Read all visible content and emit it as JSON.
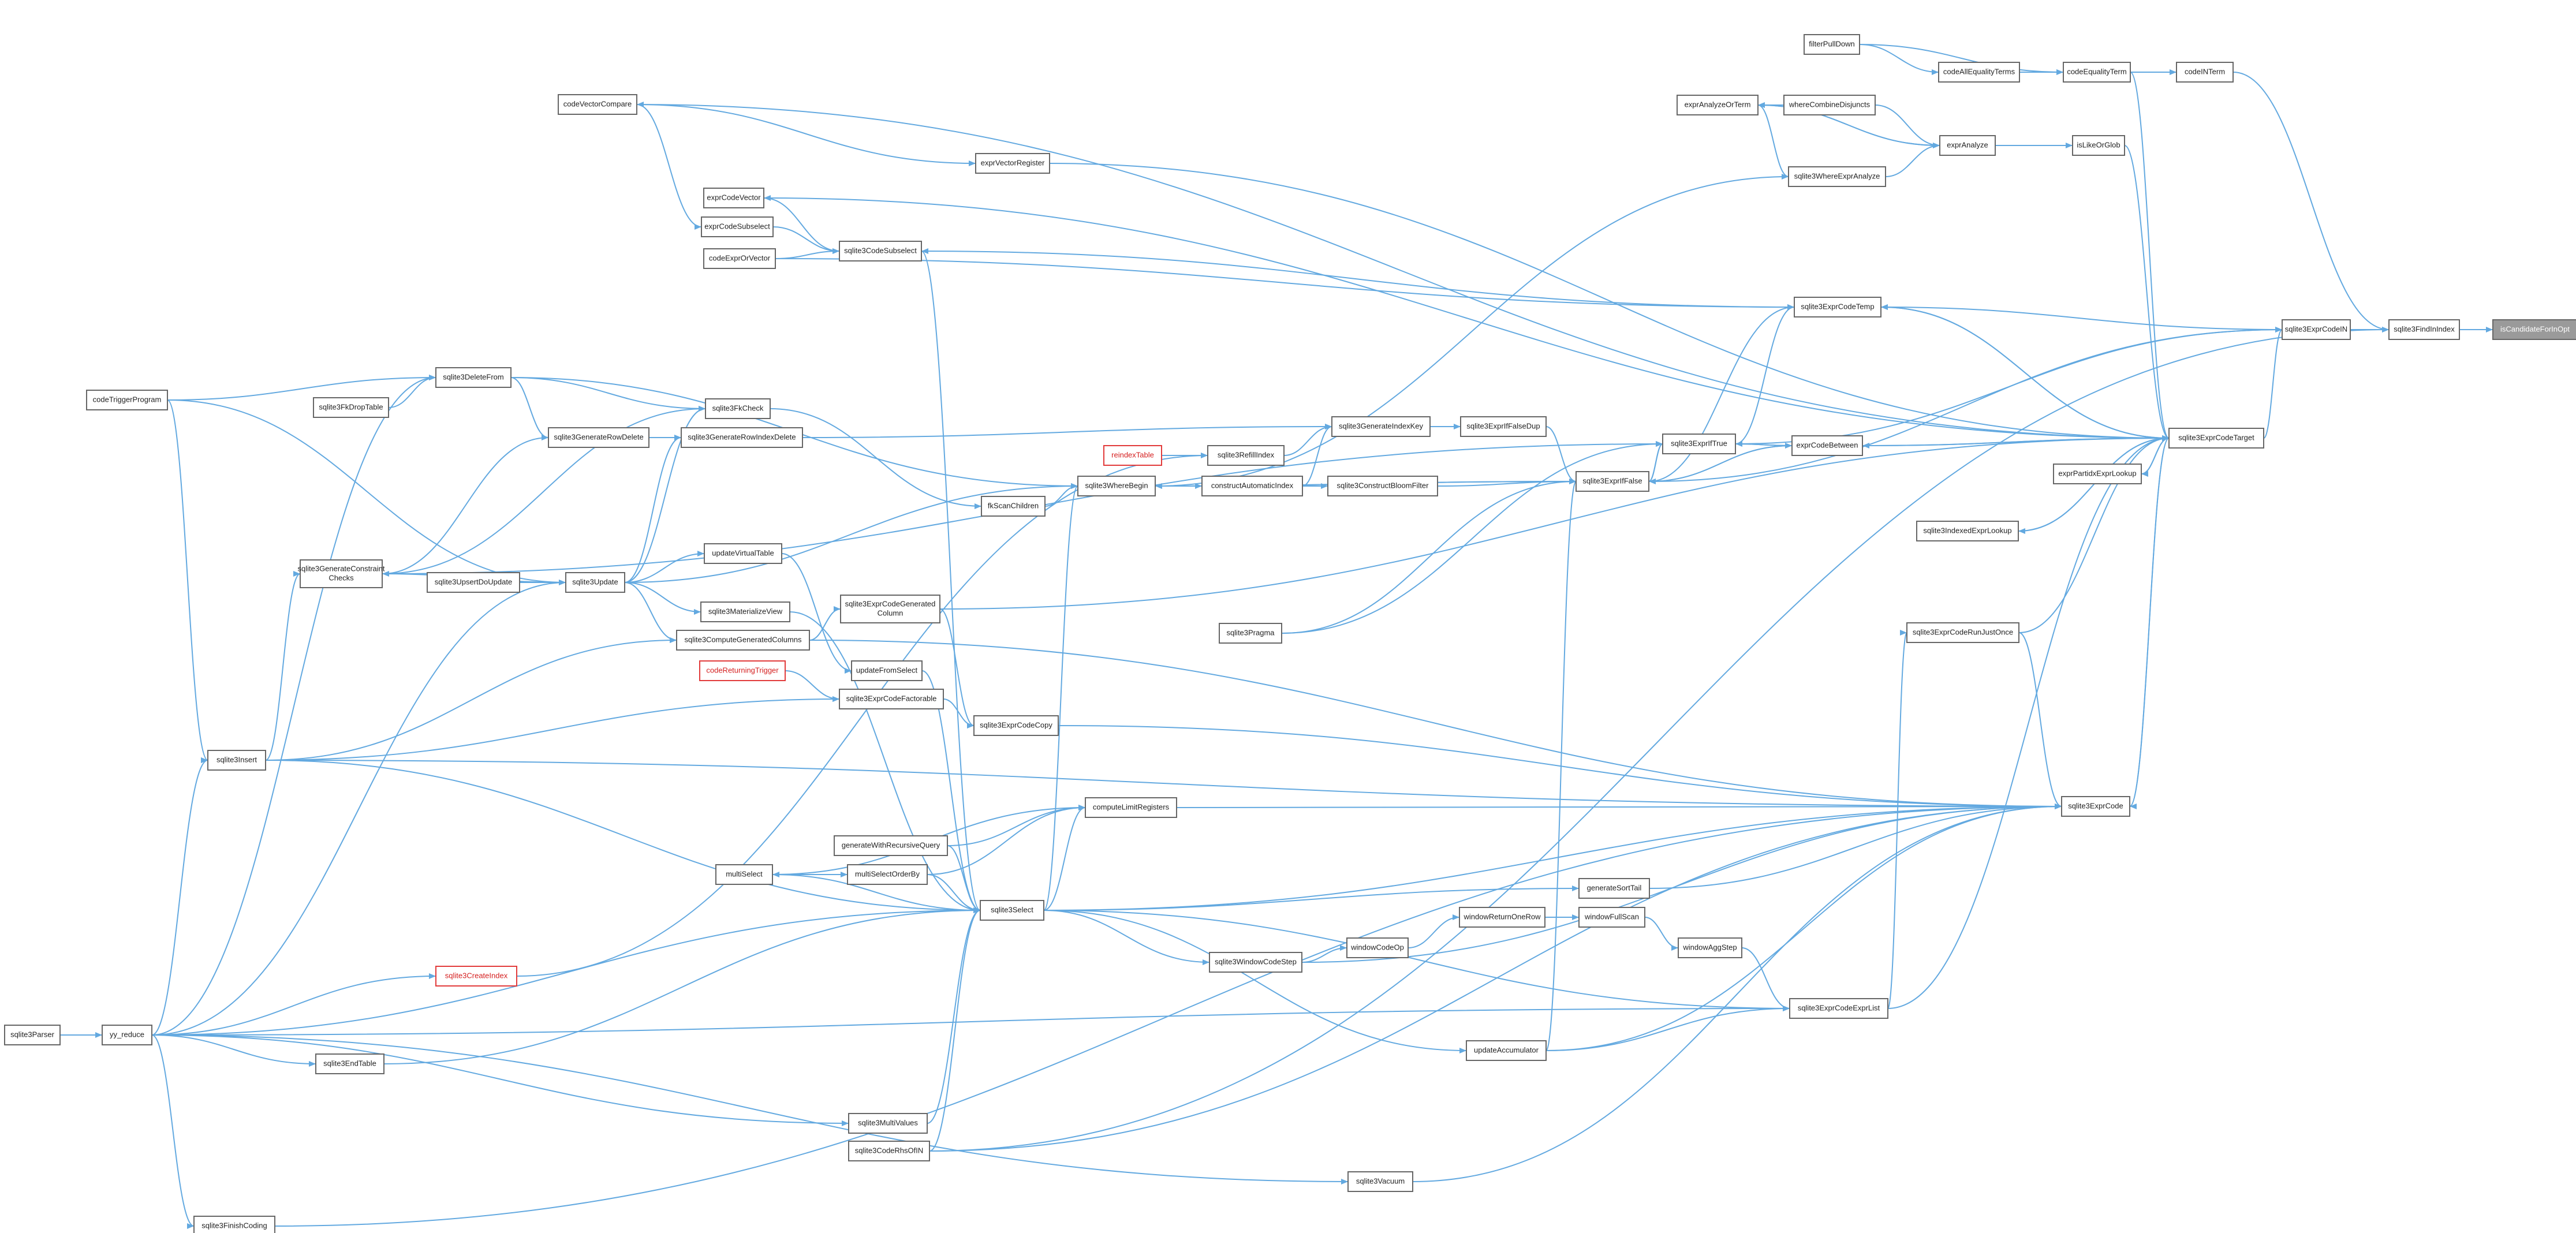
{
  "diagram": {
    "type": "call-graph",
    "focus_node": "isCandidateForInOpt",
    "colors": {
      "edge": "#63a9e0",
      "node_border": "#666666",
      "node_fill": "#ffffff",
      "highlight_border": "#e23b3b",
      "highlight_text": "#d52020",
      "focus_fill": "#9a9a9a"
    },
    "nodes": [
      {
        "id": "isCandidateForInOpt",
        "label": "isCandidateForInOpt",
        "style": "focus"
      },
      {
        "id": "sqlite3FindInIndex",
        "label": "sqlite3FindInIndex"
      },
      {
        "id": "sqlite3ExprCodeIN",
        "label": "sqlite3ExprCodeIN"
      },
      {
        "id": "codeINTerm",
        "label": "codeINTerm"
      },
      {
        "id": "codeEqualityTerm",
        "label": "codeEqualityTerm"
      },
      {
        "id": "codeAllEqualityTerms",
        "label": "codeAllEqualityTerms"
      },
      {
        "id": "filterPullDown",
        "label": "filterPullDown"
      },
      {
        "id": "whereCombineDisjuncts",
        "label": "whereCombineDisjuncts"
      },
      {
        "id": "exprAnalyzeOrTerm",
        "label": "exprAnalyzeOrTerm"
      },
      {
        "id": "exprAnalyze",
        "label": "exprAnalyze"
      },
      {
        "id": "isLikeOrGlob",
        "label": "isLikeOrGlob"
      },
      {
        "id": "sqlite3WhereExprAnalyze",
        "label": "sqlite3WhereExprAnalyze"
      },
      {
        "id": "exprVectorRegister",
        "label": "exprVectorRegister"
      },
      {
        "id": "codeVectorCompare",
        "label": "codeVectorCompare"
      },
      {
        "id": "exprCodeVector",
        "label": "exprCodeVector"
      },
      {
        "id": "exprCodeSubselect",
        "label": "exprCodeSubselect"
      },
      {
        "id": "sqlite3CodeSubselect",
        "label": "sqlite3CodeSubselect"
      },
      {
        "id": "codeExprOrVector",
        "label": "codeExprOrVector"
      },
      {
        "id": "sqlite3ExprCodeTemp",
        "label": "sqlite3ExprCodeTemp"
      },
      {
        "id": "sqlite3ExprCodeTarget",
        "label": "sqlite3ExprCodeTarget"
      },
      {
        "id": "exprPartidxExprLookup",
        "label": "exprPartidxExprLookup"
      },
      {
        "id": "sqlite3IndexedExprLookup",
        "label": "sqlite3IndexedExprLookup"
      },
      {
        "id": "sqlite3ExprCodeRunJustOnce",
        "label": "sqlite3ExprCodeRunJustOnce"
      },
      {
        "id": "sqlite3ExprCode",
        "label": "sqlite3ExprCode"
      },
      {
        "id": "sqlite3ExprIfTrue",
        "label": "sqlite3ExprIfTrue"
      },
      {
        "id": "exprCodeBetween",
        "label": "exprCodeBetween"
      },
      {
        "id": "sqlite3ExprIfFalse",
        "label": "sqlite3ExprIfFalse"
      },
      {
        "id": "sqlite3ExprIfFalseDup",
        "label": "sqlite3ExprIfFalseDup"
      },
      {
        "id": "sqlite3GenerateIndexKey",
        "label": "sqlite3GenerateIndexKey"
      },
      {
        "id": "sqlite3RefillIndex",
        "label": "sqlite3RefillIndex"
      },
      {
        "id": "reindexTable",
        "label": "reindexTable",
        "style": "red"
      },
      {
        "id": "constructAutomaticIndex",
        "label": "constructAutomaticIndex"
      },
      {
        "id": "sqlite3ConstructBloomFilter",
        "label": "sqlite3ConstructBloomFilter"
      },
      {
        "id": "sqlite3WhereBegin",
        "label": "sqlite3WhereBegin"
      },
      {
        "id": "fkScanChildren",
        "label": "fkScanChildren"
      },
      {
        "id": "sqlite3FkCheck",
        "label": "sqlite3FkCheck"
      },
      {
        "id": "sqlite3DeleteFrom",
        "label": "sqlite3DeleteFrom"
      },
      {
        "id": "sqlite3FkDropTable",
        "label": "sqlite3FkDropTable"
      },
      {
        "id": "codeTriggerProgram",
        "label": "codeTriggerProgram"
      },
      {
        "id": "sqlite3GenerateRowDelete",
        "label": "sqlite3GenerateRowDelete"
      },
      {
        "id": "sqlite3GenerateRowIndexDelete",
        "label": "sqlite3GenerateRowIndexDelete"
      },
      {
        "id": "sqlite3GenerateConstraintChecks",
        "label": "sqlite3GenerateConstraint\nChecks"
      },
      {
        "id": "sqlite3UpsertDoUpdate",
        "label": "sqlite3UpsertDoUpdate"
      },
      {
        "id": "sqlite3Update",
        "label": "sqlite3Update"
      },
      {
        "id": "updateVirtualTable",
        "label": "updateVirtualTable"
      },
      {
        "id": "sqlite3MaterializeView",
        "label": "sqlite3MaterializeView"
      },
      {
        "id": "sqlite3ComputeGeneratedColumns",
        "label": "sqlite3ComputeGeneratedColumns"
      },
      {
        "id": "sqlite3ExprCodeGeneratedColumn",
        "label": "sqlite3ExprCodeGenerated\nColumn"
      },
      {
        "id": "updateFromSelect",
        "label": "updateFromSelect"
      },
      {
        "id": "codeReturningTrigger",
        "label": "codeReturningTrigger",
        "style": "red"
      },
      {
        "id": "sqlite3ExprCodeFactorable",
        "label": "sqlite3ExprCodeFactorable"
      },
      {
        "id": "sqlite3ExprCodeCopy",
        "label": "sqlite3ExprCodeCopy"
      },
      {
        "id": "sqlite3Insert",
        "label": "sqlite3Insert"
      },
      {
        "id": "sqlite3Pragma",
        "label": "sqlite3Pragma"
      },
      {
        "id": "computeLimitRegisters",
        "label": "computeLimitRegisters"
      },
      {
        "id": "generateWithRecursiveQuery",
        "label": "generateWithRecursiveQuery"
      },
      {
        "id": "multiSelect",
        "label": "multiSelect"
      },
      {
        "id": "multiSelectOrderBy",
        "label": "multiSelectOrderBy"
      },
      {
        "id": "sqlite3Select",
        "label": "sqlite3Select"
      },
      {
        "id": "generateSortTail",
        "label": "generateSortTail"
      },
      {
        "id": "windowReturnOneRow",
        "label": "windowReturnOneRow"
      },
      {
        "id": "windowFullScan",
        "label": "windowFullScan"
      },
      {
        "id": "windowCodeOp",
        "label": "windowCodeOp"
      },
      {
        "id": "windowAggStep",
        "label": "windowAggStep"
      },
      {
        "id": "sqlite3WindowCodeStep",
        "label": "sqlite3WindowCodeStep"
      },
      {
        "id": "sqlite3CreateIndex",
        "label": "sqlite3CreateIndex",
        "style": "red"
      },
      {
        "id": "sqlite3ExprCodeExprList",
        "label": "sqlite3ExprCodeExprList"
      },
      {
        "id": "sqlite3Parser",
        "label": "sqlite3Parser"
      },
      {
        "id": "yy_reduce",
        "label": "yy_reduce"
      },
      {
        "id": "sqlite3EndTable",
        "label": "sqlite3EndTable"
      },
      {
        "id": "updateAccumulator",
        "label": "updateAccumulator"
      },
      {
        "id": "sqlite3MultiValues",
        "label": "sqlite3MultiValues"
      },
      {
        "id": "sqlite3CodeRhsOfIN",
        "label": "sqlite3CodeRhsOfIN"
      },
      {
        "id": "sqlite3Vacuum",
        "label": "sqlite3Vacuum"
      },
      {
        "id": "sqlite3FinishCoding",
        "label": "sqlite3FinishCoding"
      }
    ]
  }
}
